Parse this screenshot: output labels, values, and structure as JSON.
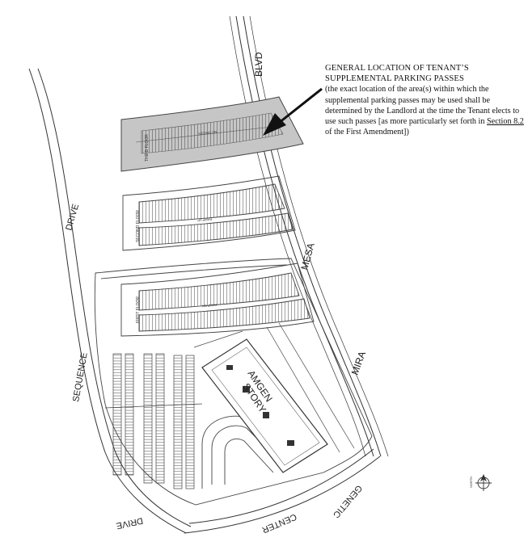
{
  "callout": {
    "heading_line1": "GENERAL LOCATION OF TENANT’S",
    "heading_line2": "SUPPLEMENTAL PARKING PASSES",
    "body_pre": "(the exact location of the area(s) within which the supplemental parking passes may be used shall be determined by the Landlord at the time the Tenant elects to use such passes [as more particularly set forth in ",
    "body_link": "Section 8.2",
    "body_post": " of the First Amendment])"
  },
  "streets": {
    "blvd": "BLVD",
    "mesa": "MESA",
    "mira": "MIRA",
    "drive_top": "DRIVE",
    "sequence": "SEQUENCE",
    "drive_bottom": "DRIVE",
    "center": "CENTER",
    "genetic": "GENETIC"
  },
  "building": {
    "line1": "AMGEN",
    "line2": "STORY"
  },
  "parking_levels": {
    "third_floor": "THIRD FLOOR",
    "second_floor": "SECOND FLOOR",
    "first_floor": "FIRST FLOOR",
    "no_spaces": "NO SPACES",
    "ramp_up": "RAMP UP",
    "ramp_dn": "RAMP DN"
  },
  "north_label": "NORTH",
  "colors": {
    "highlight": "#c6c6c6",
    "linework": "#333333"
  }
}
